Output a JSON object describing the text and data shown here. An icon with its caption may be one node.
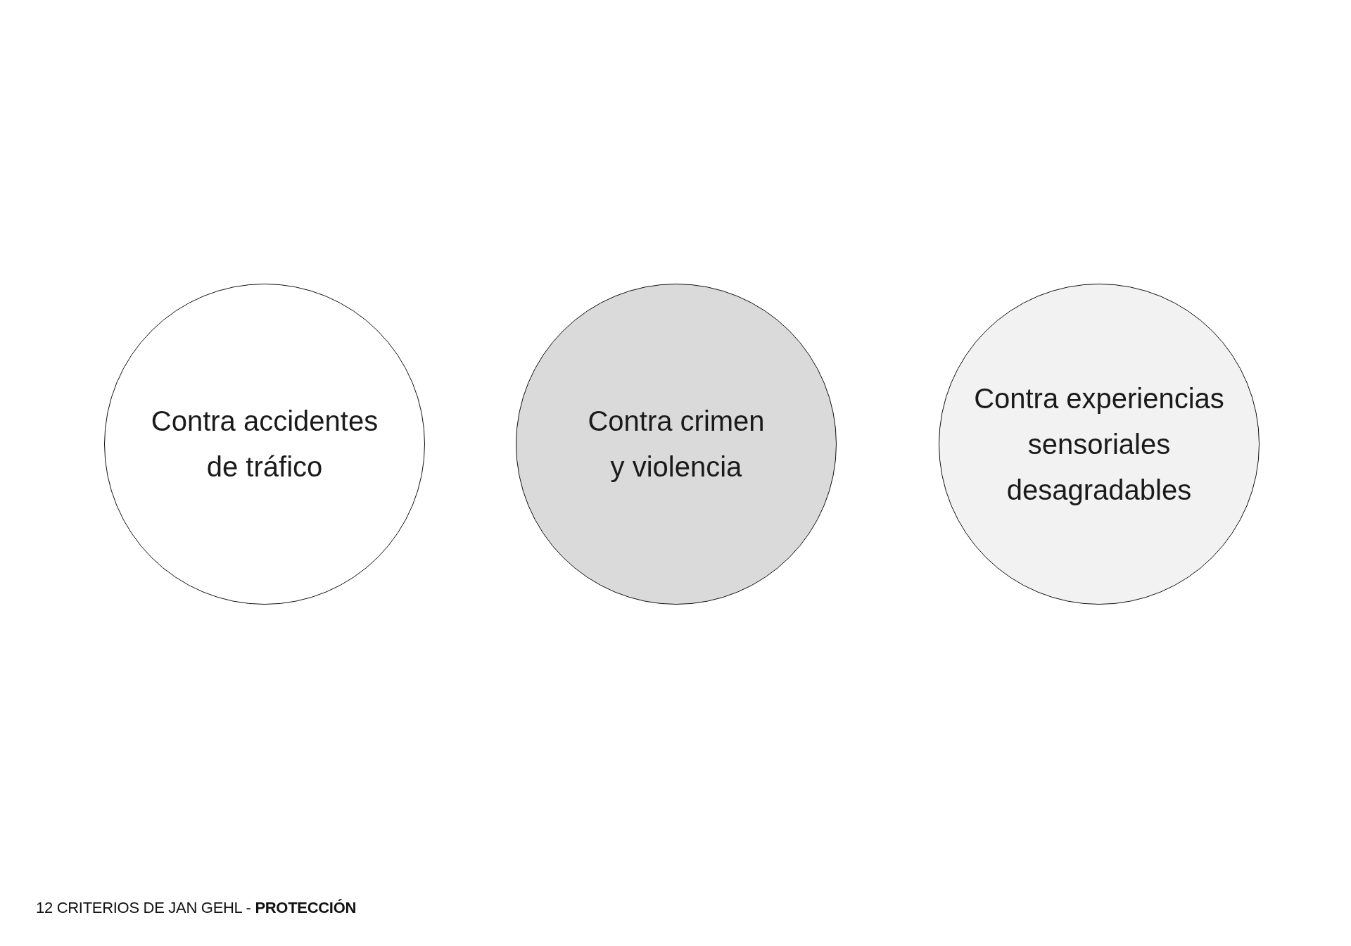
{
  "diagram": {
    "caption": "12 CRITERIOS DE JAN GEHL - **PROTECCIÓN**",
    "nodes": [
      {
        "text": [
          "Contra accidentes de tráfico"
        ]
      },
      {
        "text": [
          "Contra crimen y violencia"
        ]
      },
      {
        "text": [
          "Contra experiencias sensoriales desagradables"
        ]
      }
    ]
  }
}
